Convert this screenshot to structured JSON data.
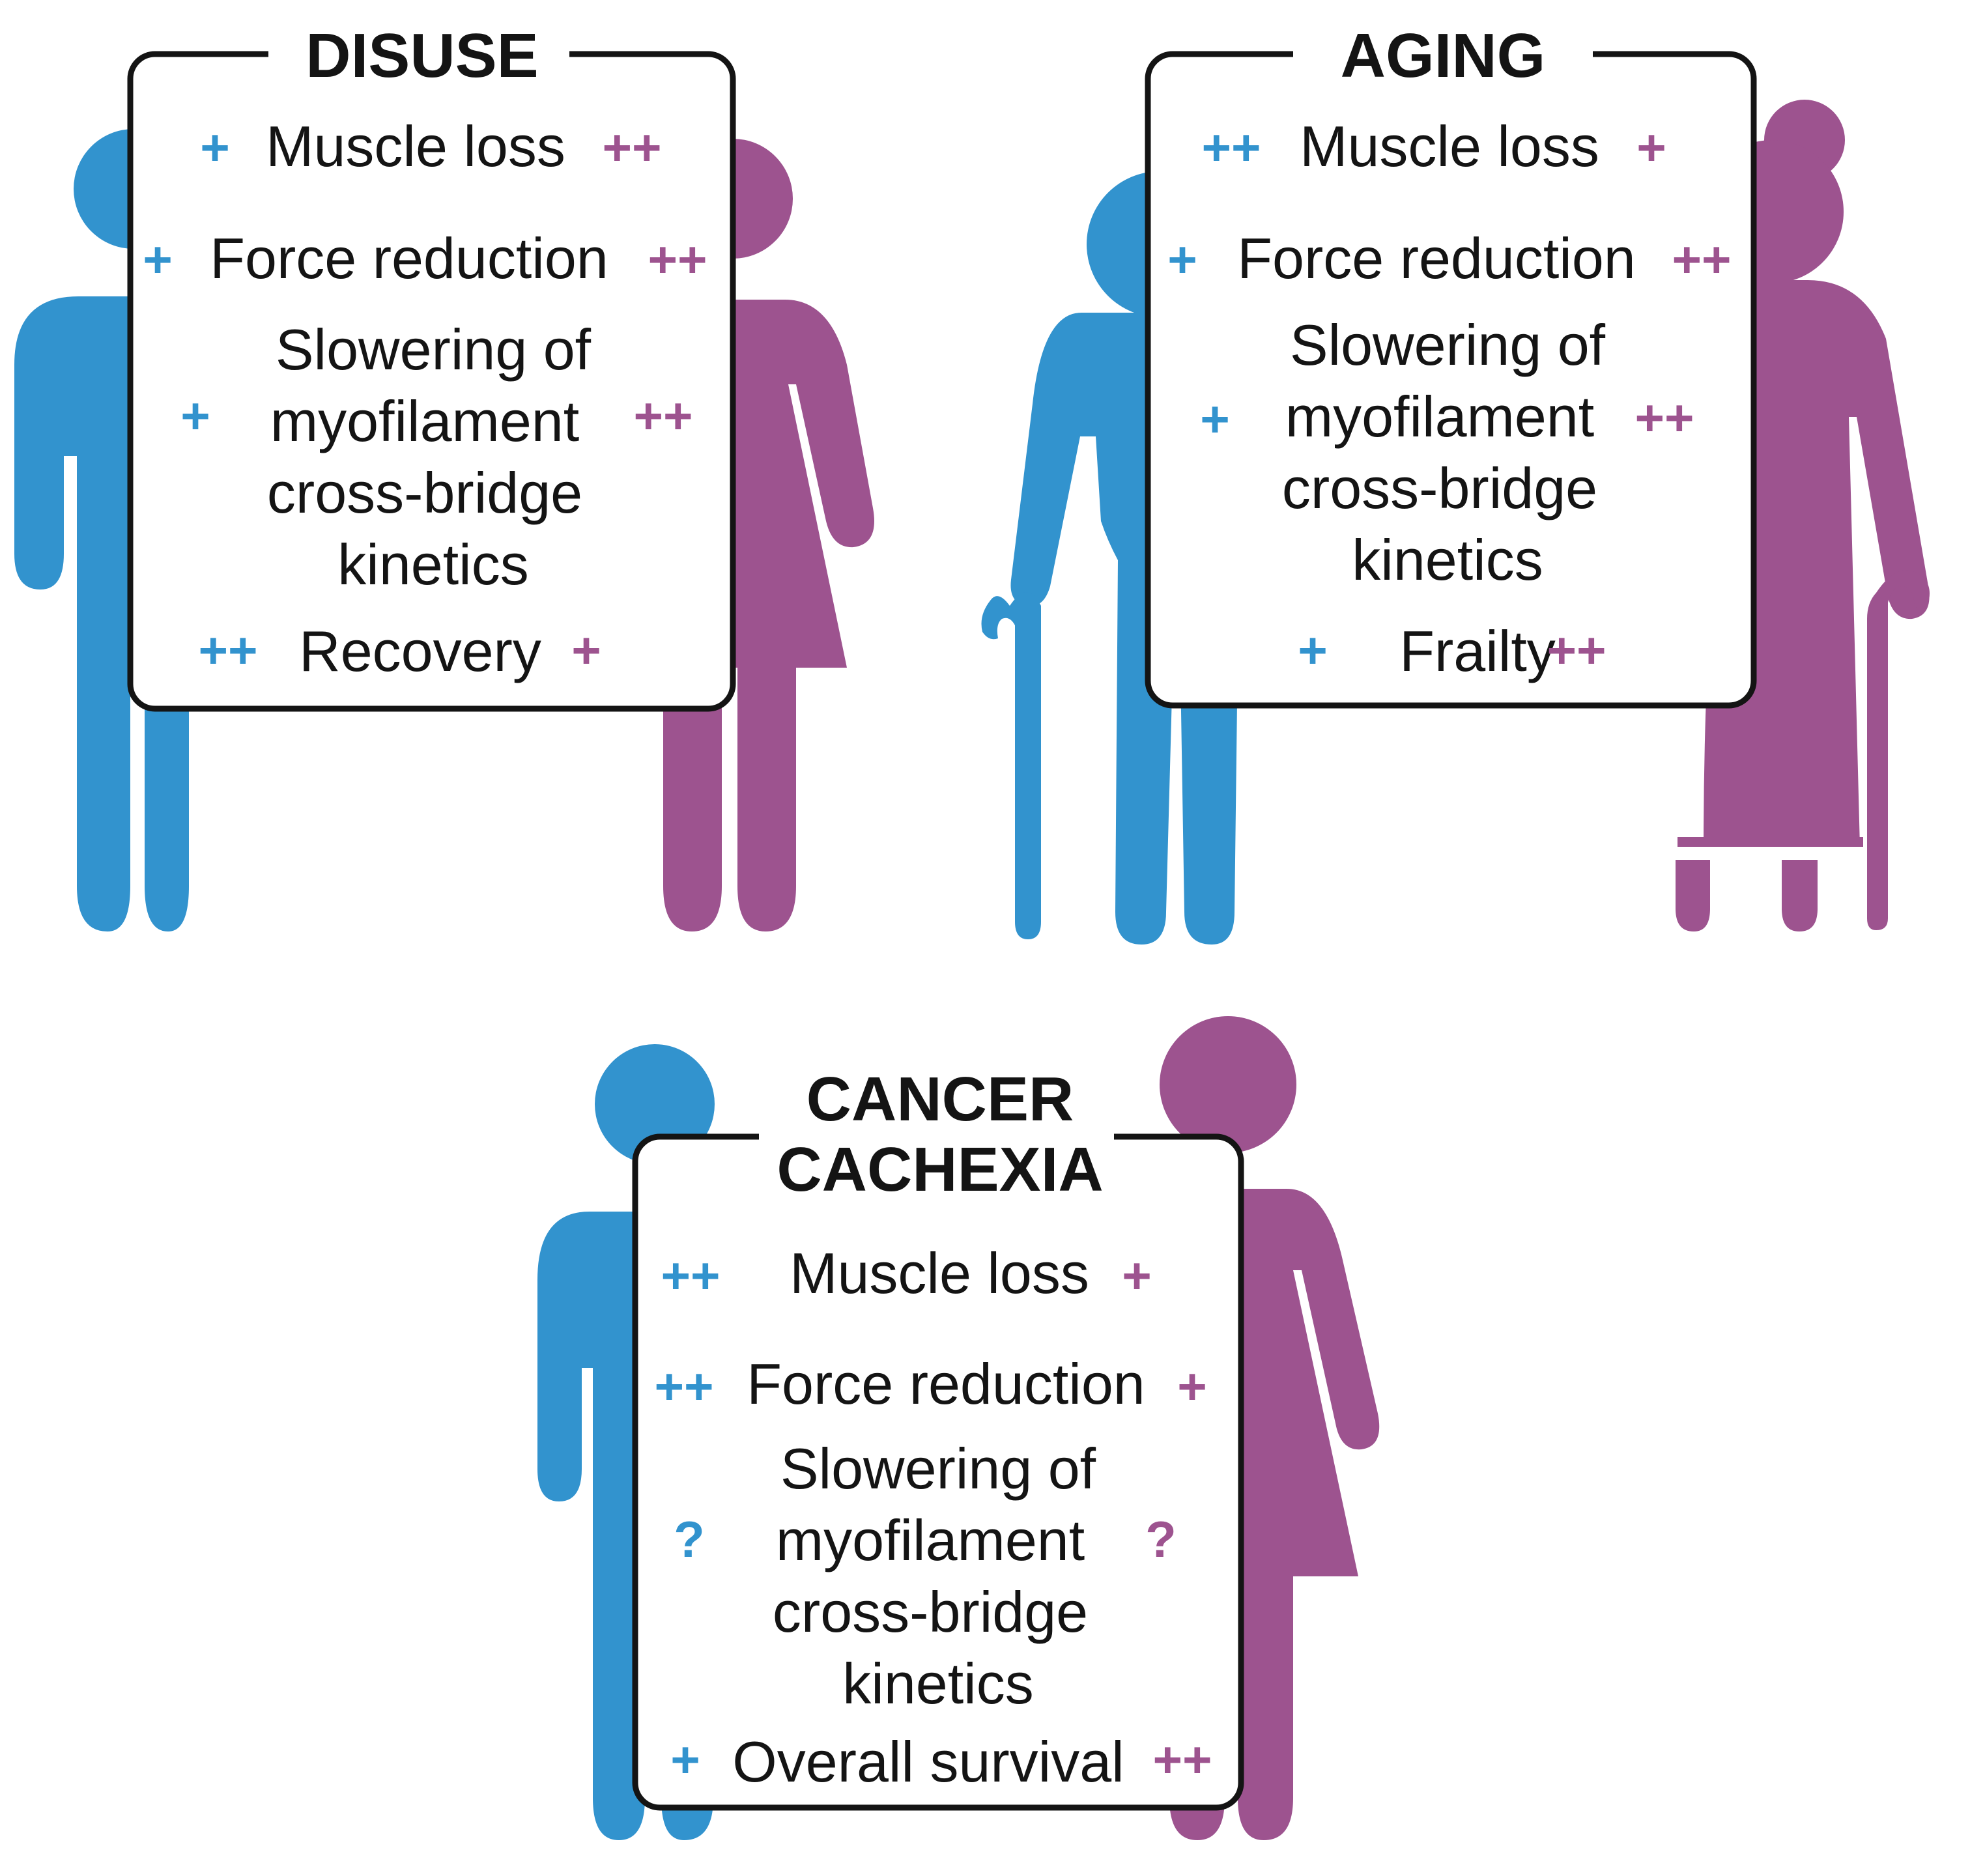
{
  "colors": {
    "male": "#3293ce",
    "female": "#9d538f",
    "ink": "#141414"
  },
  "panels": {
    "disuse": {
      "title": "DISUSE",
      "muscle_loss": {
        "label": "Muscle loss",
        "male": "+",
        "female": "++"
      },
      "force_reduction": {
        "label": "Force reduction",
        "male": "+",
        "female": "++"
      },
      "slowering": {
        "lines": [
          "Slowering of",
          "myofilament",
          "cross-bridge",
          "kinetics"
        ],
        "male": "+",
        "female": "++"
      },
      "last": {
        "label": "Recovery",
        "male": "++",
        "female": "+"
      }
    },
    "aging": {
      "title": "AGING",
      "muscle_loss": {
        "label": "Muscle loss",
        "male": "++",
        "female": "+"
      },
      "force_reduction": {
        "label": "Force reduction",
        "male": "+",
        "female": "++"
      },
      "slowering": {
        "lines": [
          "Slowering of",
          "myofilament",
          "cross-bridge",
          "kinetics"
        ],
        "male": "+",
        "female": "++"
      },
      "last": {
        "label": "Frailty",
        "male": "+",
        "female": "++"
      }
    },
    "cachexia": {
      "title_lines": [
        "CANCER",
        "CACHEXIA"
      ],
      "muscle_loss": {
        "label": "Muscle loss",
        "male": "++",
        "female": "+"
      },
      "force_reduction": {
        "label": "Force reduction",
        "male": "++",
        "female": "+"
      },
      "slowering": {
        "lines": [
          "Slowering of",
          "myofilament",
          "cross-bridge",
          "kinetics"
        ],
        "male": "?",
        "female": "?"
      },
      "last": {
        "label": "Overall survival",
        "male": "+",
        "female": "++"
      }
    }
  },
  "icons": {
    "disuse_male": "man-figure-icon",
    "disuse_female": "woman-figure-icon",
    "aging_male": "elderly-man-with-cane-icon",
    "aging_female": "elderly-woman-with-cane-icon",
    "cachexia_male": "man-figure-icon",
    "cachexia_female": "woman-figure-icon"
  }
}
